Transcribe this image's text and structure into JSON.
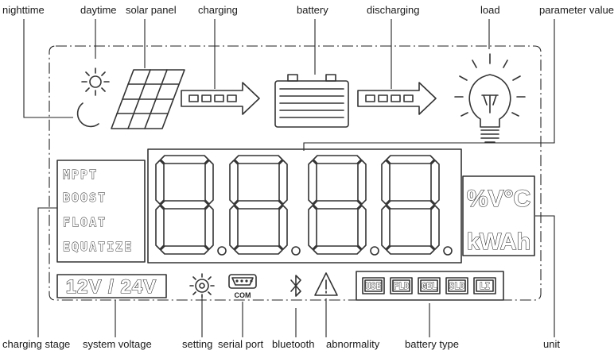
{
  "labels": {
    "nighttime": "nighttime",
    "daytime": "daytime",
    "solar_panel": "solar panel",
    "charging": "charging",
    "battery": "battery",
    "discharging": "discharging",
    "load": "load",
    "parameter_value": "parameter value",
    "charging_stage": "charging stage",
    "system_voltage": "system voltage",
    "setting": "setting",
    "serial_port": "serial port",
    "bluetooth": "bluetooth",
    "abnormality": "abnormality",
    "battery_type": "battery type",
    "unit": "unit"
  },
  "lcd": {
    "charging_stages": [
      "MPPT",
      "BOOST",
      "FLOAT",
      "EQUATIZE"
    ],
    "system_voltage": "12V / 24V",
    "com_label": "COM",
    "unit_top": "%V°C",
    "unit_bottom": "kWAh",
    "battery_types": [
      "USE",
      "FLD",
      "GEL",
      "SLD",
      "LI"
    ]
  }
}
